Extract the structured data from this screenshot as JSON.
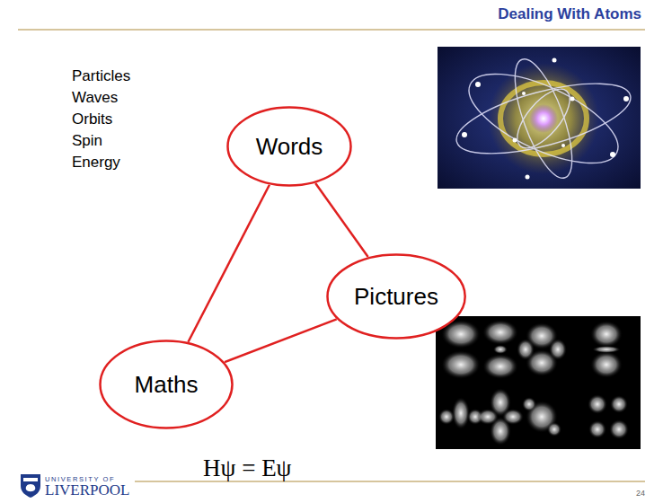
{
  "diagram": {
    "title": "Dealing With Atoms",
    "nodes": [
      {
        "text": [
          "Words"
        ]
      },
      {
        "text": [
          "Pictures"
        ]
      },
      {
        "text": [
          "Maths"
        ]
      }
    ],
    "edges": [
      {
        "from": 0,
        "to": 2,
        "arrow": "none"
      },
      {
        "from": 0,
        "to": 1,
        "arrow": "none"
      },
      {
        "from": 2,
        "to": 1,
        "arrow": "none"
      }
    ],
    "labels": [
      "Particles",
      "Waves",
      "Orbits",
      "Spin",
      "Energy",
      "Hψ = Eψ",
      "UNIVERSITY OF",
      "LIVERPOOL",
      "24"
    ]
  }
}
